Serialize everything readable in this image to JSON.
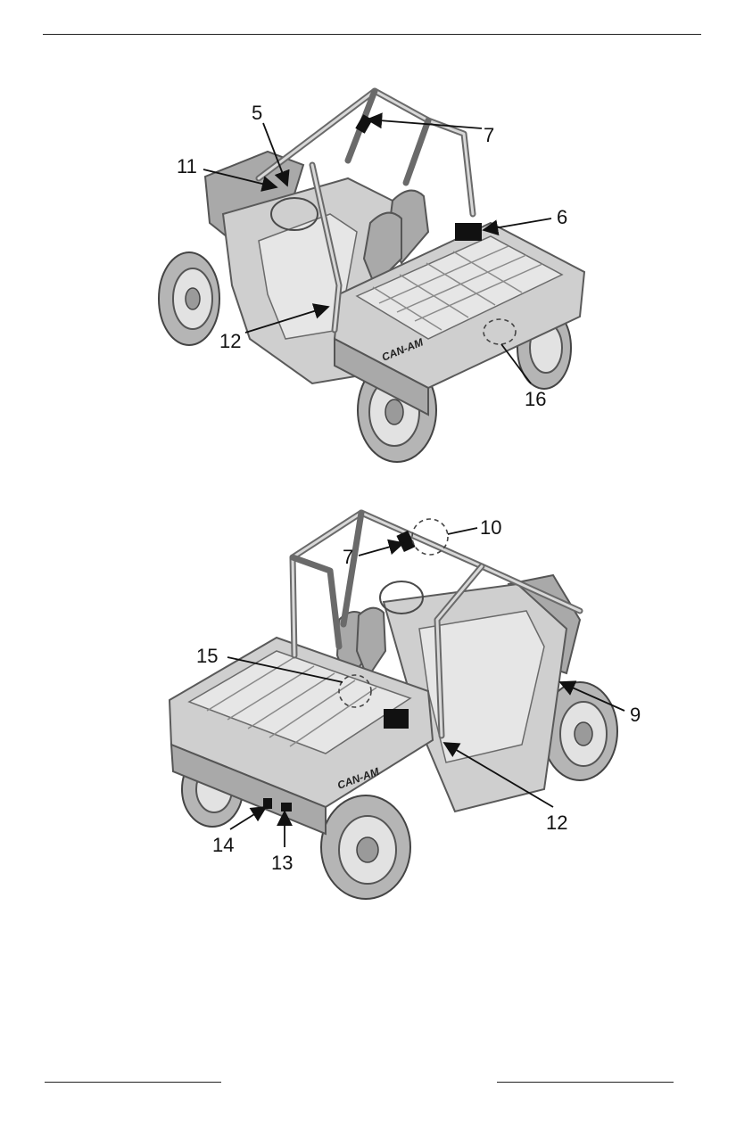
{
  "top_figure": {
    "callouts": [
      "5",
      "7",
      "11",
      "6",
      "12",
      "16"
    ],
    "brand": "CAN-AM"
  },
  "bottom_figure": {
    "callouts": [
      "10",
      "7",
      "15",
      "9",
      "12",
      "14",
      "13"
    ],
    "brand": "CAN-AM"
  }
}
